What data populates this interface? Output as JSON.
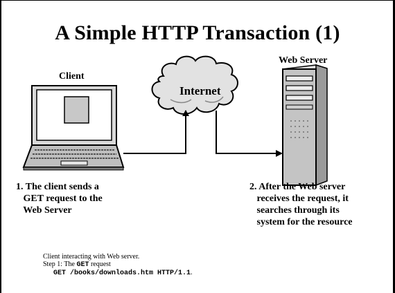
{
  "title": "A Simple HTTP Transaction (1)",
  "labels": {
    "client": "Client",
    "internet": "Internet",
    "server": "Web Server"
  },
  "steps": {
    "step1": "1. The client sends a\n   GET request to the\n   Web Server",
    "step2": "2. After the Web server\n   receives the request, it\n   searches through its\n   system for the resource"
  },
  "notes": {
    "line1": "Client interacting with Web server.",
    "line2_prefix": "Step 1: The ",
    "line2_code": "GET",
    "line2_suffix": " request",
    "line3_code": "GET /books/downloads.htm HTTP/1.1",
    "line3_suffix": "."
  },
  "icons": [
    "laptop-icon",
    "cloud-icon",
    "server-tower-icon",
    "connection-arrow-icon"
  ]
}
